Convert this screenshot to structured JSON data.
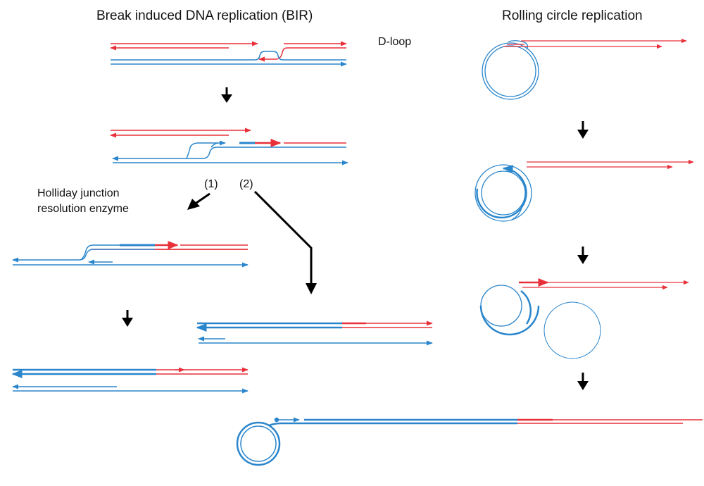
{
  "left_title": "Break induced DNA replication (BIR)",
  "right_title": "Rolling circle replication",
  "dloop_label": "D-loop",
  "pathway_1": "(1)",
  "pathway_2": "(2)",
  "enzyme_label": "Holliday junction\nresolution enzyme",
  "colors": {
    "blue": "#2a86cc",
    "red": "#e8303a",
    "arrow": "#000000"
  }
}
